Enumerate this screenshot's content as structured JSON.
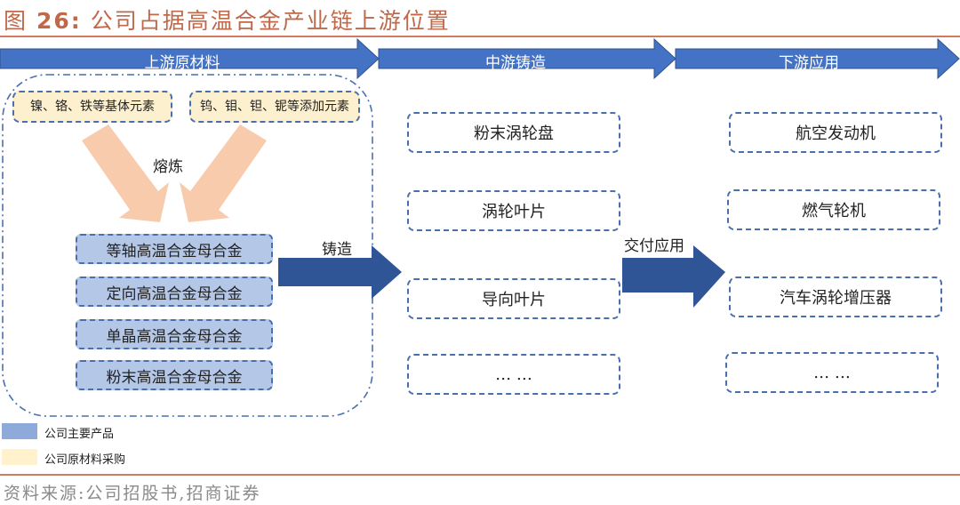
{
  "title": {
    "prefix": "图",
    "number": "26:",
    "text": "公司占据高温合金产业链上游位置"
  },
  "colors": {
    "title": "#c0684a",
    "stage_arrow": "#4472c4",
    "flow_arrow": "#2f5597",
    "melt_arrow": "#f8cbad",
    "product_fill": "#b4c7e7",
    "raw_fill": "#fdf0cf",
    "dash_border": "#4a6fae"
  },
  "stages": [
    {
      "label": "上游原材料"
    },
    {
      "label": "中游铸造"
    },
    {
      "label": "下游应用"
    }
  ],
  "upstream": {
    "raw_materials": [
      {
        "label": "镍、铬、铁等基体元素"
      },
      {
        "label": "钨、钼、钽、铌等添加元素"
      }
    ],
    "process_label": "熔炼",
    "products": [
      {
        "label": "等轴高温合金母合金"
      },
      {
        "label": "定向高温合金母合金"
      },
      {
        "label": "单晶高温合金母合金"
      },
      {
        "label": "粉末高温合金母合金"
      }
    ]
  },
  "flows": {
    "casting_label": "铸造",
    "delivery_label": "交付应用"
  },
  "midstream": {
    "items": [
      {
        "label": "粉末涡轮盘"
      },
      {
        "label": "涡轮叶片"
      },
      {
        "label": "导向叶片"
      },
      {
        "label": "… …"
      }
    ]
  },
  "downstream": {
    "items": [
      {
        "label": "航空发动机"
      },
      {
        "label": "燃气轮机"
      },
      {
        "label": "汽车涡轮增压器"
      },
      {
        "label": "… …"
      }
    ]
  },
  "legend": [
    {
      "label": "公司主要产品",
      "color": "#8eaadb"
    },
    {
      "label": "公司原材料采购",
      "color": "#fff2cc"
    }
  ],
  "source": "资料来源:公司招股书,招商证券"
}
